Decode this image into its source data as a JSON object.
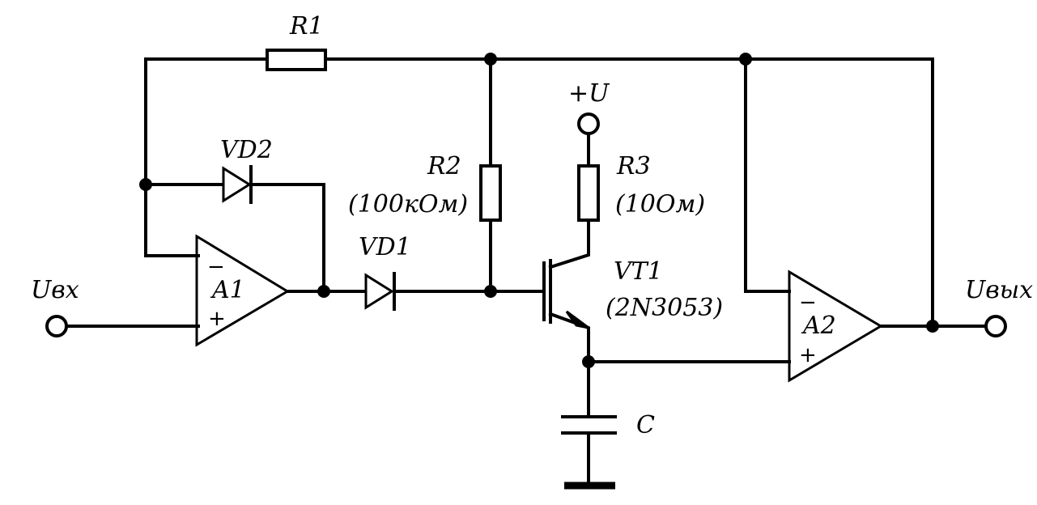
{
  "labels": {
    "r1": "R1",
    "r2": "R2",
    "r2_value": "(100кОм)",
    "r3": "R3",
    "r3_value": "(10Ом)",
    "vd1": "VD1",
    "vd2": "VD2",
    "vt1": "VT1",
    "vt1_type": "(2N3053)",
    "a1": "A1",
    "a2": "A2",
    "c": "C",
    "supply": "+U",
    "input": "Uвх",
    "output": "Uвых",
    "minus": "−",
    "plus": "+"
  }
}
